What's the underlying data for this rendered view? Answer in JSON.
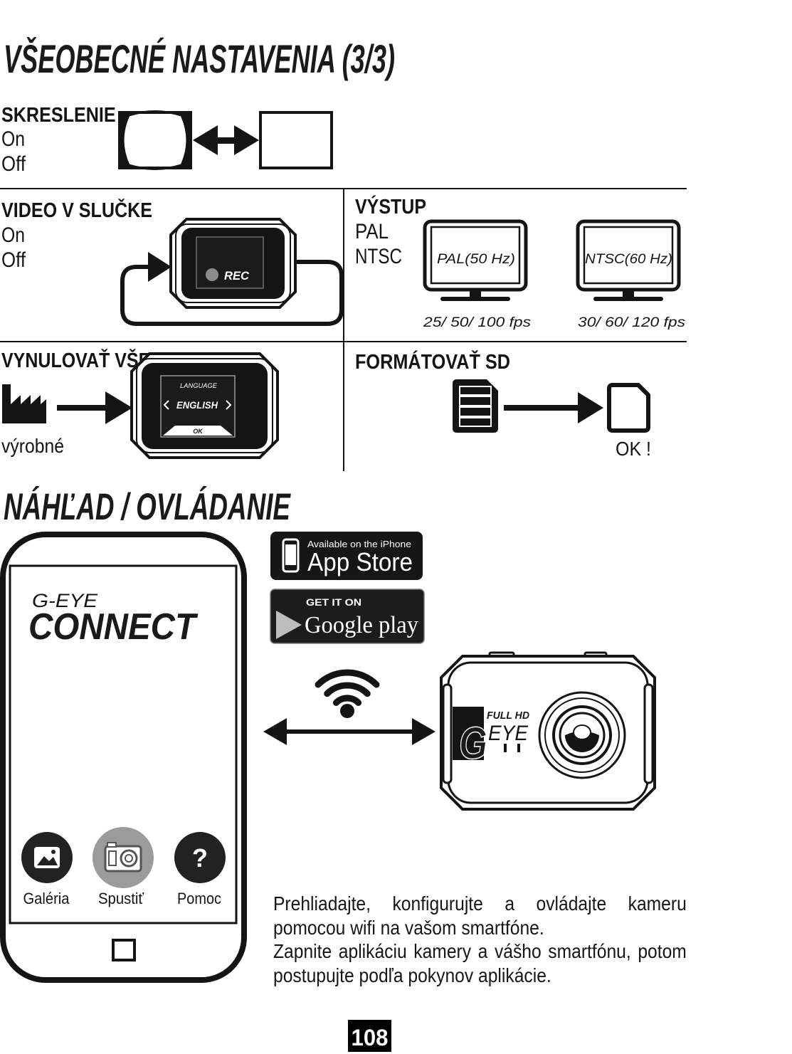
{
  "page": {
    "title_general": "VŠEOBECNÉ NASTAVENIA (3/3)",
    "title_preview": "NÁHĽAD / OVLÁDANIE",
    "page_number": "108"
  },
  "distortion": {
    "heading": "SKRESLENIE :",
    "options": [
      "On",
      "Off"
    ],
    "icons": [
      "barrel-distortion-icon",
      "double-arrow-icon",
      "normal-frame-icon"
    ]
  },
  "loop_video": {
    "heading": "VIDEO V SLUČKE",
    "options": [
      "On",
      "Off"
    ],
    "screen_label": "REC",
    "icons": [
      "loop-arrow-icon",
      "camera-icon"
    ]
  },
  "output": {
    "heading": "VÝSTUP",
    "options": [
      "PAL",
      "NTSC"
    ],
    "monitors": [
      {
        "label": "PAL(50 Hz)",
        "fps": "25/ 50/ 100 fps",
        "icon": "monitor-icon"
      },
      {
        "label": "NTSC(60 Hz)",
        "fps": "30/ 60/ 120 fps",
        "icon": "monitor-icon"
      }
    ]
  },
  "reset": {
    "heading": "VYNULOVAŤ VŠETKO",
    "factory_label": "výrobné",
    "screen": {
      "title": "LANGUAGE",
      "value": "ENGLISH",
      "button": "OK"
    },
    "icons": [
      "factory-icon",
      "arrow-right-icon",
      "camera-icon",
      "chevron-left-icon",
      "chevron-right-icon"
    ]
  },
  "format_sd": {
    "heading": "FORMÁTOVAŤ SD",
    "result": "OK !",
    "icons": [
      "sd-card-full-icon",
      "arrow-right-icon",
      "sd-card-empty-icon"
    ]
  },
  "app": {
    "brand_top": "G-EYE",
    "brand_main": "CONNECT",
    "buttons": [
      {
        "label": "Galéria",
        "icon": "gallery-icon"
      },
      {
        "label": "Spustiť",
        "icon": "camera-icon"
      },
      {
        "label": "Pomoc",
        "icon": "help-icon",
        "glyph": "?"
      }
    ]
  },
  "stores": {
    "app_store": {
      "caption": "Available on the iPhone",
      "name": "App Store",
      "icon": "iphone-icon"
    },
    "google_play": {
      "caption": "GET IT ON",
      "name": "Google play",
      "icon": "play-triangle-icon"
    }
  },
  "camera": {
    "badge_top": "FULL HD",
    "badge_letter": "G",
    "badge_main": "EYE"
  },
  "link_icons": [
    "wifi-icon",
    "double-arrow-icon"
  ],
  "description": {
    "paragraph_1": [
      "Prehliadajte, konfigurujte a ovládajte kameru",
      "pomocou wifi na vašom smartfóne."
    ],
    "paragraph_2": [
      "Zapnite aplikáciu kamery a vášho smartfónu, potom",
      "postupujte podľa pokynov aplikácie."
    ]
  },
  "colors": {
    "ink": "#141414",
    "launch_button": "#9b9b9b",
    "badge_background": "#161616",
    "page_number_box": "#000000"
  }
}
